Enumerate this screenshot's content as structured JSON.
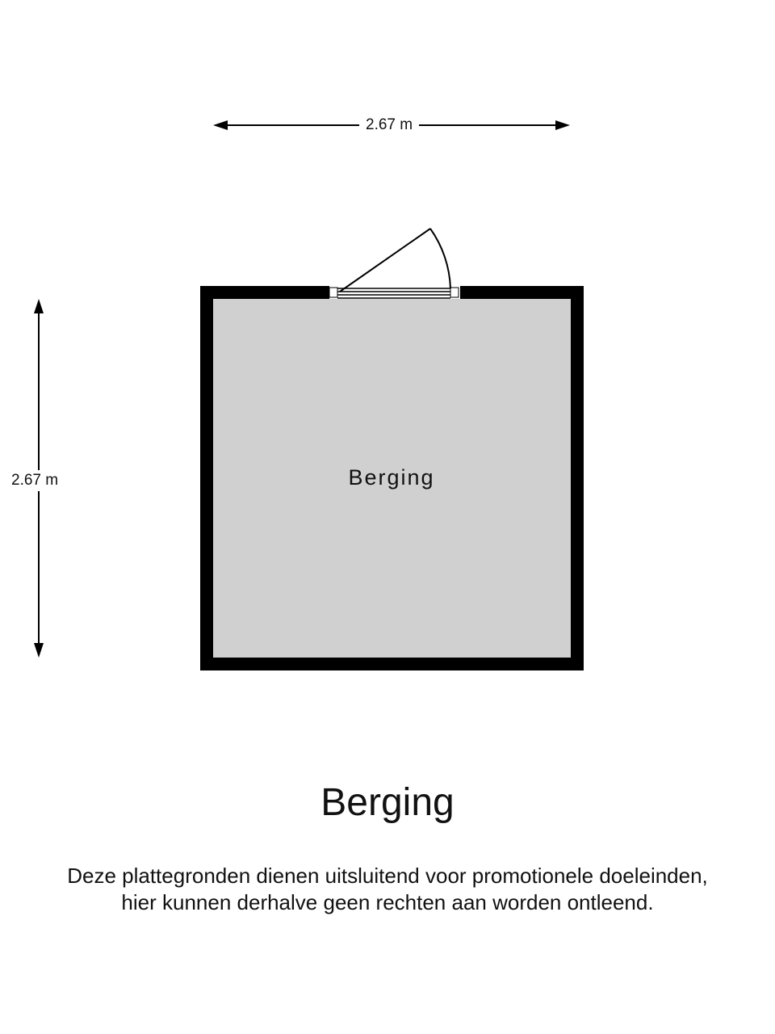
{
  "plan": {
    "width_dimension": "2.67 m",
    "height_dimension": "2.67 m",
    "room_label": "Berging",
    "title": "Berging",
    "disclaimer_line1": "Deze plattegronden dienen uitsluitend voor promotionele doeleinden,",
    "disclaimer_line2": "hier kunnen derhalve geen rechten aan worden ontleend."
  },
  "colors": {
    "wall": "#000000",
    "floor": "#d0d0d0"
  }
}
